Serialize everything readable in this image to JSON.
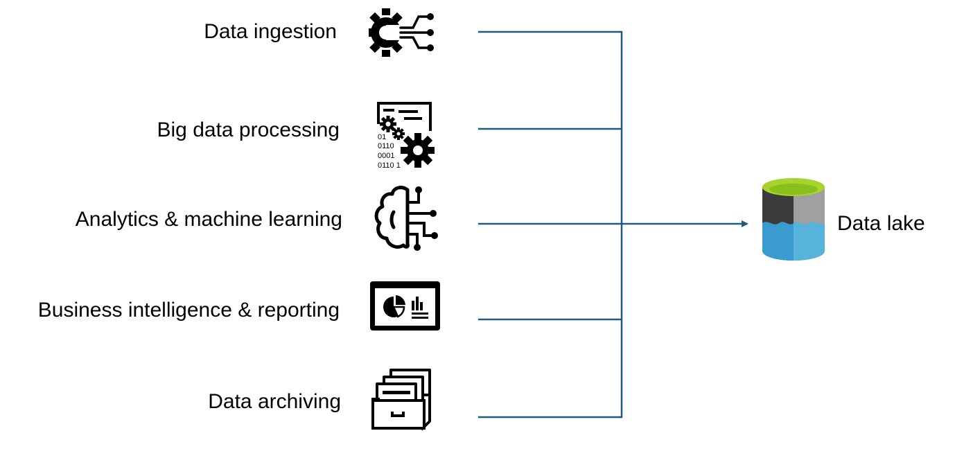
{
  "diagram": {
    "sources": [
      {
        "label": "Data ingestion",
        "icon": "gear-circuit-icon"
      },
      {
        "label": "Big data processing",
        "icon": "data-processing-gears-icon"
      },
      {
        "label": "Analytics & machine learning",
        "icon": "brain-circuit-icon"
      },
      {
        "label": "Business intelligence & reporting",
        "icon": "dashboard-report-icon"
      },
      {
        "label": "Data archiving",
        "icon": "file-archive-drawer-icon"
      }
    ],
    "processing_icon_text": [
      "01",
      "0110",
      "0001",
      "0110 1"
    ],
    "target": {
      "label": "Data lake",
      "icon": "data-lake-cylinder-icon"
    },
    "colors": {
      "connector": "#1f5b80",
      "icon": "#000000",
      "lake_top": "#a6d32c",
      "lake_dark": "#3b3b3b",
      "lake_gray": "#a0a0a0",
      "lake_water": "#3a9bd0",
      "lake_water_light": "#58b3db"
    }
  }
}
